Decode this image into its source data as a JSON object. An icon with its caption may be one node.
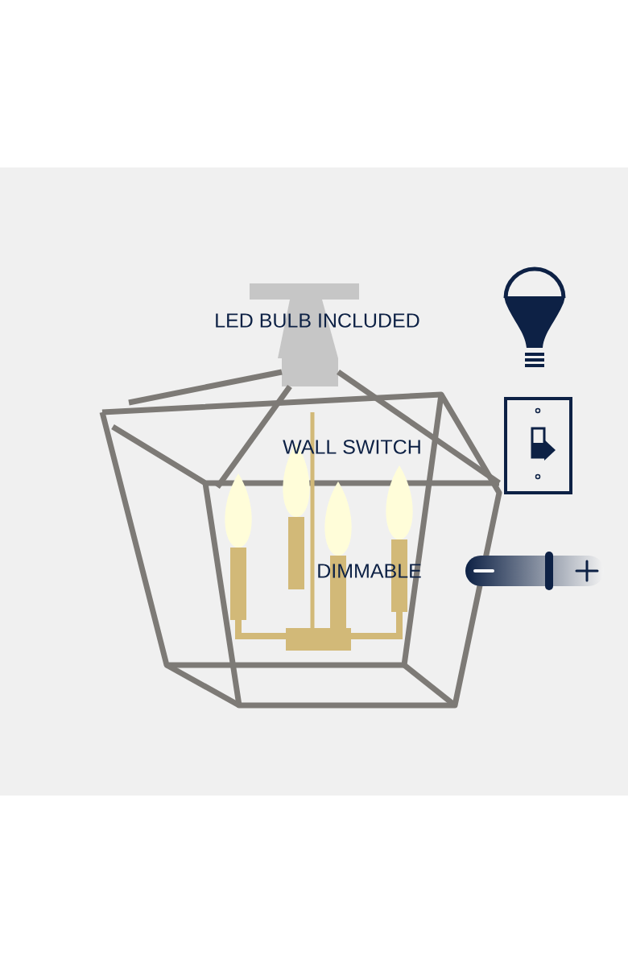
{
  "diagram": {
    "labels": [
      "LED BULB INCLUDED",
      "WALL SWITCH",
      "DIMMABLE"
    ]
  }
}
